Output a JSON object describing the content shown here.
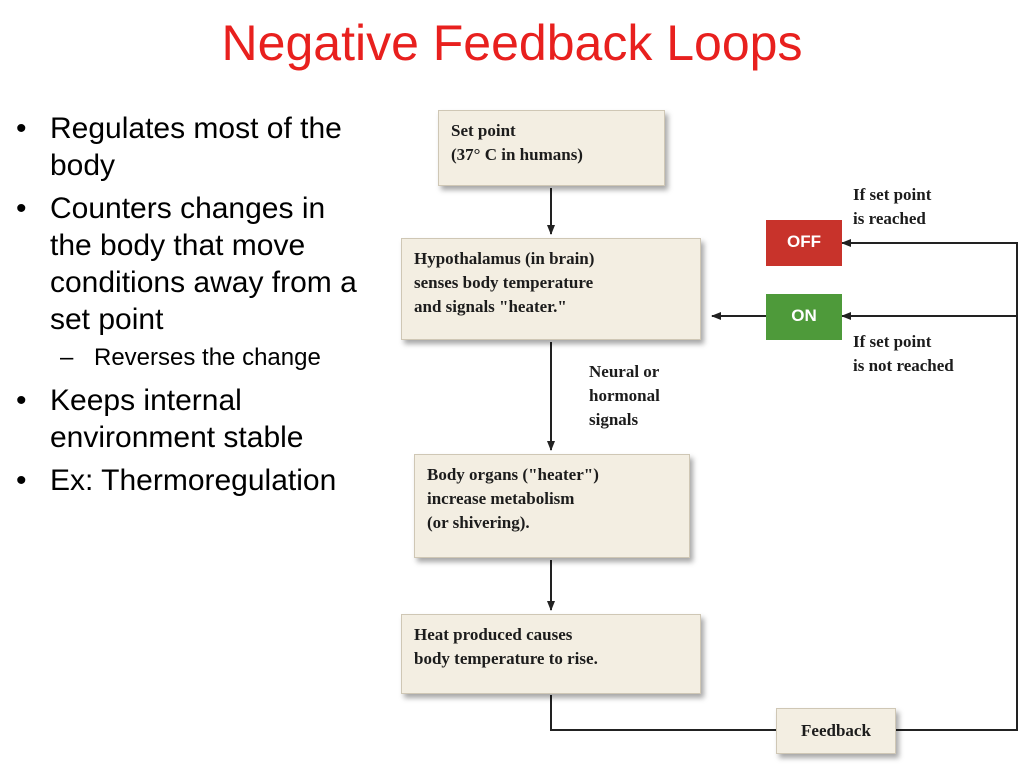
{
  "title": "Negative Feedback Loops",
  "bullets": [
    {
      "level": 1,
      "text": "Regulates most of the body"
    },
    {
      "level": 1,
      "text": "Counters changes in the body that move conditions away from a set point"
    },
    {
      "level": 2,
      "text": "Reverses the change"
    },
    {
      "level": 1,
      "text": "Keeps internal environment stable"
    },
    {
      "level": 1,
      "text": "Ex: Thermoregulation"
    }
  ],
  "diagram": {
    "set_point": {
      "line1": "Set point",
      "line2": "(37° C in humans)"
    },
    "hypothalamus": {
      "line1": "Hypothalamus (in brain)",
      "line2": "senses body temperature",
      "line3": "and signals \"heater.\""
    },
    "signals_label": {
      "line1": "Neural or",
      "line2": "hormonal",
      "line3": "signals"
    },
    "body_organs": {
      "line1": "Body organs (\"heater\")",
      "line2": "increase metabolism",
      "line3": "(or shivering)."
    },
    "heat": {
      "line1": "Heat produced causes",
      "line2": "body temperature to rise."
    },
    "feedback": "Feedback",
    "off_label": "OFF",
    "on_label": "ON",
    "reached": {
      "line1": "If set point",
      "line2": "is reached"
    },
    "not_reached": {
      "line1": "If set point",
      "line2": "is not reached"
    },
    "colors": {
      "off": "#c8332b",
      "on": "#4e9a3a",
      "box": "#f3eee2",
      "title": "#e8201e"
    }
  }
}
